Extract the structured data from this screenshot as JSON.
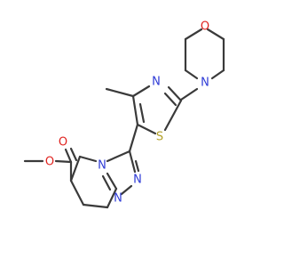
{
  "molecule": {
    "atoms": {
      "O_ring": "O",
      "N_morph": "N",
      "N_thz": "N",
      "S_thz": "S",
      "O_carbonyl": "O",
      "O_ester": "O",
      "N_fused": "N",
      "N_tri_a": "N",
      "N_tri_b": "N"
    },
    "colors": {
      "bond": "#3a3a3a",
      "oxygen": "#e0231f",
      "nitrogen": "#2e3bd6",
      "sulfur": "#b3a12a"
    }
  }
}
